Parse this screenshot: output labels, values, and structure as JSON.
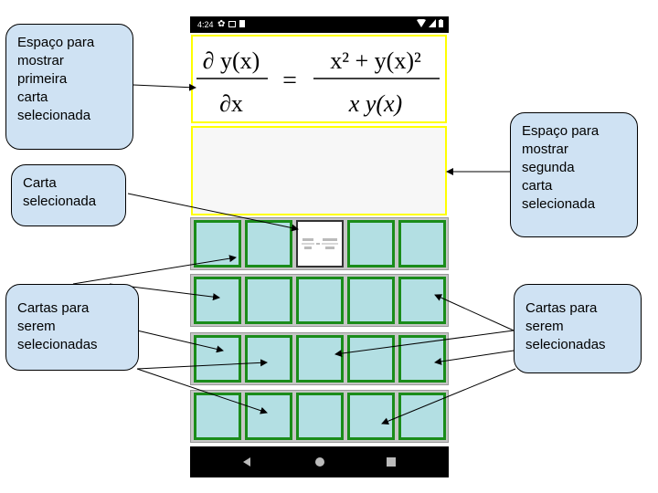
{
  "status_bar": {
    "time": "4:24",
    "left_icons": [
      "gear-icon",
      "image-icon",
      "sd-card-icon"
    ],
    "right_icons": [
      "wifi-icon",
      "signal-icon",
      "battery-icon"
    ]
  },
  "first_slot": {
    "equation": {
      "lhs_numerator": "∂ y(x)",
      "lhs_denominator": "∂x",
      "equals": "=",
      "rhs_numerator": "x² + y(x)²",
      "rhs_denominator": "x y(x)"
    }
  },
  "second_slot": {
    "content": ""
  },
  "grid": {
    "rows": 4,
    "cols": 5,
    "selected_card": {
      "row": 1,
      "col": 3
    }
  },
  "nav": {
    "buttons": [
      "back-icon",
      "home-icon",
      "recents-icon"
    ]
  },
  "callouts": {
    "first_card_space": "Espaço para\nmostrar\nprimeira\ncarta\nselecionada",
    "second_card_space": "Espaço para\nmostrar\nsegunda\ncarta\nselecionada",
    "selected_card": "Carta\nselecionada",
    "cards_left": "Cartas para\nserem\nselecionadas",
    "cards_right": "Cartas para\nserem\nselecionadas"
  },
  "colors": {
    "card_fill": "#b3dfe3",
    "card_border": "#1a8c1a",
    "slot_border": "#ffff00",
    "callout_fill": "#cfe2f3"
  }
}
